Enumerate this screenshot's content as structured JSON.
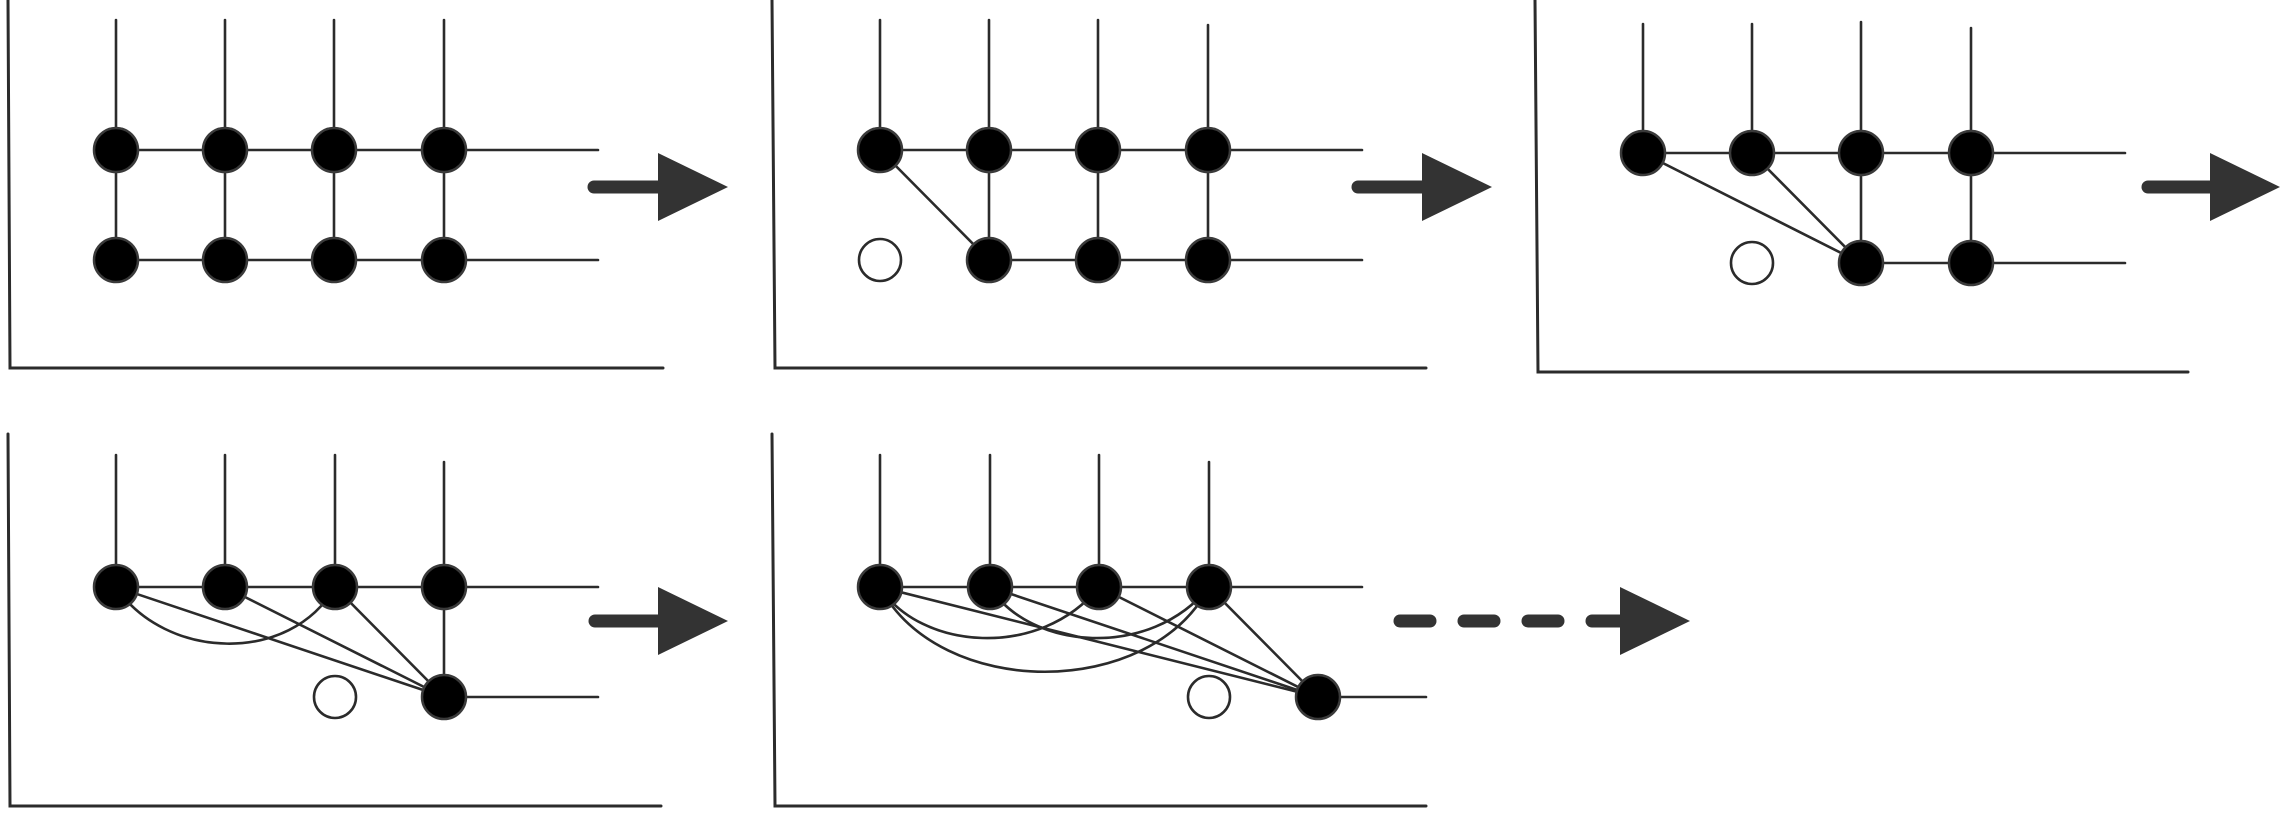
{
  "diagram": {
    "description_free": true,
    "colors": {
      "node_fill": "#000000",
      "node_empty_fill": "#ffffff",
      "line": "#2b2b2b",
      "arrow": "#333333"
    },
    "panels": [
      {
        "id": "panel-1",
        "step": 1,
        "filled_nodes": 8,
        "empty_nodes": 0
      },
      {
        "id": "panel-2",
        "step": 2,
        "filled_nodes": 7,
        "empty_nodes": 1
      },
      {
        "id": "panel-3",
        "step": 3,
        "filled_nodes": 6,
        "empty_nodes": 1
      },
      {
        "id": "panel-4",
        "step": 4,
        "filled_nodes": 5,
        "empty_nodes": 1
      },
      {
        "id": "panel-5",
        "step": 5,
        "filled_nodes": 5,
        "empty_nodes": 1
      }
    ],
    "transitions": [
      {
        "from": 1,
        "to": 2,
        "style": "solid"
      },
      {
        "from": 2,
        "to": 3,
        "style": "solid"
      },
      {
        "from": 3,
        "to": 4,
        "style": "solid"
      },
      {
        "from": 4,
        "to": 5,
        "style": "solid"
      },
      {
        "from": 5,
        "to": "continue",
        "style": "dashed"
      }
    ]
  }
}
